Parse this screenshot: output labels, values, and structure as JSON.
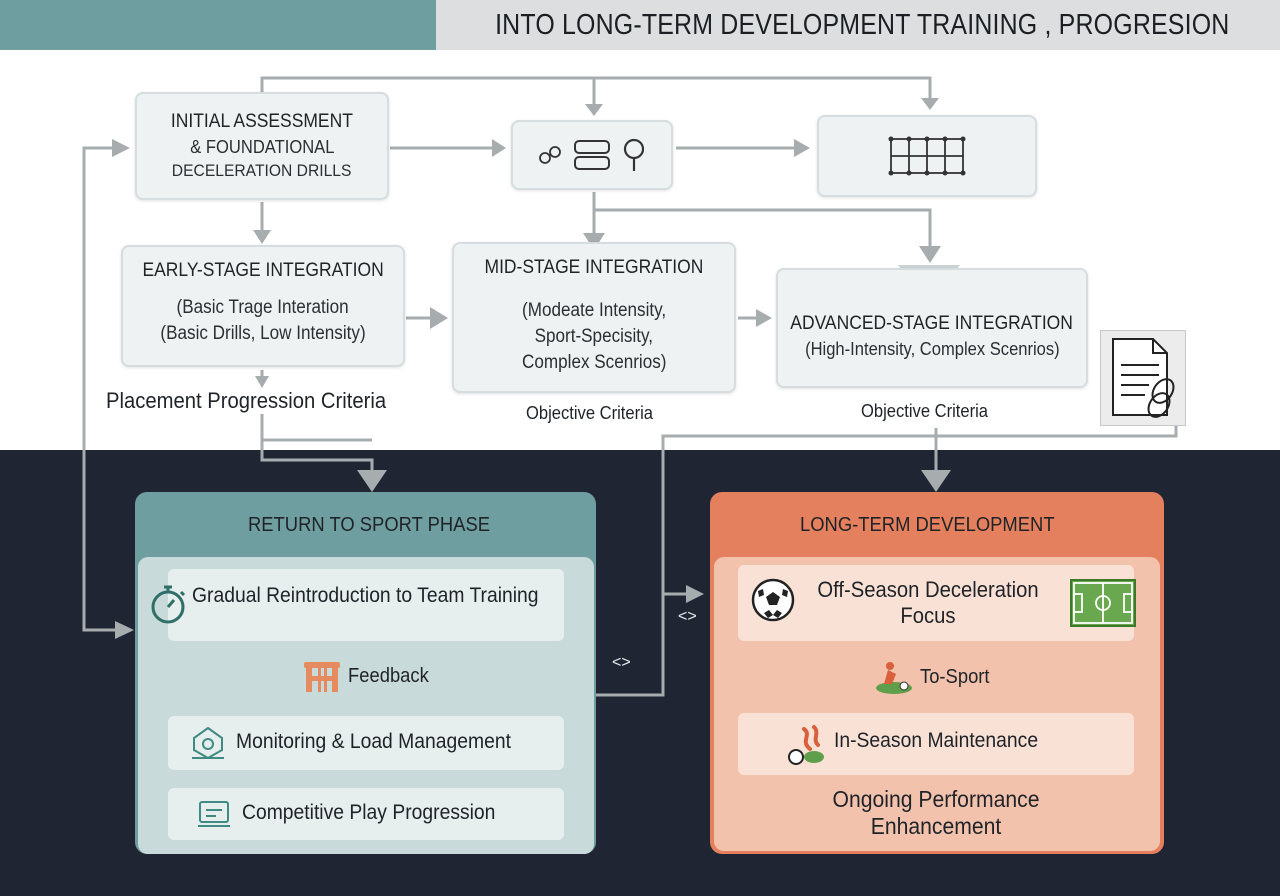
{
  "header": {
    "title": "INTO LONG-TERM DEVELOPMENT  TRAINING , PROGRESION"
  },
  "flow": {
    "initial": {
      "line1": "INITIAL ASSESSMENT",
      "line2": "& FOUNDATIONAL",
      "line3": "DECELERATION DRILLS"
    },
    "early": {
      "title": "EARLY-STAGE INTEGRATION",
      "line1": "(Basic Trage Interation",
      "line2": "(Basic Drills, Low Intensity)"
    },
    "mid": {
      "title": "MID-STAGE INTEGRATION",
      "line1": "(Modeate Intensity,",
      "line2": "Sport-Specisity,",
      "line3": "Complex Scenrios)"
    },
    "advanced": {
      "title": "ADVANCED-STAGE INTEGRATION",
      "line1": "(High-Intensity, Complex Scenrios)"
    },
    "placement_label": "Placement Progression Criteria",
    "objective_mid": "Objective Criteria",
    "objective_adv": "Objective Criteria"
  },
  "return_to_sport": {
    "title": "RETURN TO SPORT PHASE",
    "items": [
      {
        "label": "Gradual Reintroduction to Team Training",
        "icon": "stopwatch-icon"
      },
      {
        "label": "Feedback",
        "icon": "feedback-icon"
      },
      {
        "label": "Monitoring & Load Management",
        "icon": "monitoring-icon"
      },
      {
        "label": "Competitive Play Progression",
        "icon": "competition-icon"
      }
    ]
  },
  "long_term": {
    "title": "LONG-TERM DEVELOPMENT",
    "items": [
      {
        "label_line1": "Off-Season Deceleration",
        "label_line2": "Focus",
        "icon": "soccer-ball-icon",
        "icon2": "soccer-field-icon"
      },
      {
        "label": "To-Sport",
        "icon": "athlete-icon"
      },
      {
        "label": "In-Season Maintenance",
        "icon": "player-ball-icon"
      }
    ],
    "footer_line1": "Ongoing Performance",
    "footer_line2": "Enhancement"
  },
  "connectors": {
    "code_mark_1": "<>",
    "code_mark_2": "<>"
  },
  "colors": {
    "teal": "#6f9ea0",
    "orange": "#e5805e",
    "dark_bg": "#1f2533",
    "arrow_gray": "#a7acaf"
  }
}
